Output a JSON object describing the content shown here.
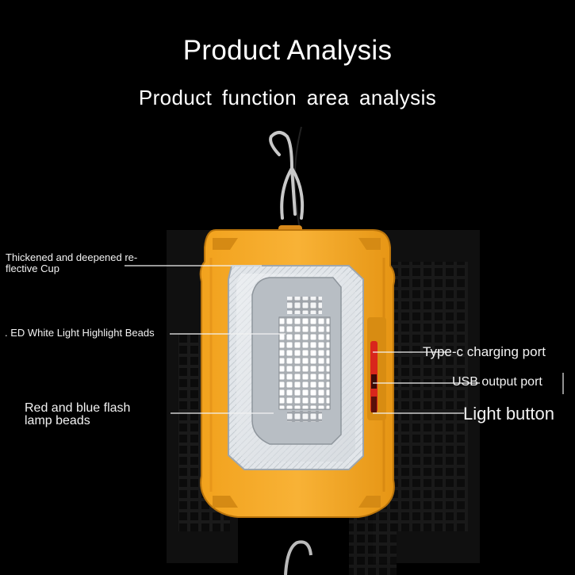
{
  "title": "Product Analysis",
  "subtitle": "Product function area analysis",
  "callouts": {
    "reflective_cup": {
      "line1": "Thickened and deepened re-",
      "line2": "flective Cup"
    },
    "led_beads": ". ED White Light Highlight Beads",
    "flash_beads": {
      "line1": "Red and blue flash",
      "line2": "lamp beads"
    },
    "typec_port": "Type-c charging port",
    "usb_port": "USB output port",
    "light_button": "Light button"
  },
  "colors": {
    "background": "#000000",
    "housing": "#f5a623",
    "housing_shadow": "#c97d0e",
    "reflector": "#e9ecef",
    "led": "#ffffff",
    "port_red": "#d9261c"
  }
}
